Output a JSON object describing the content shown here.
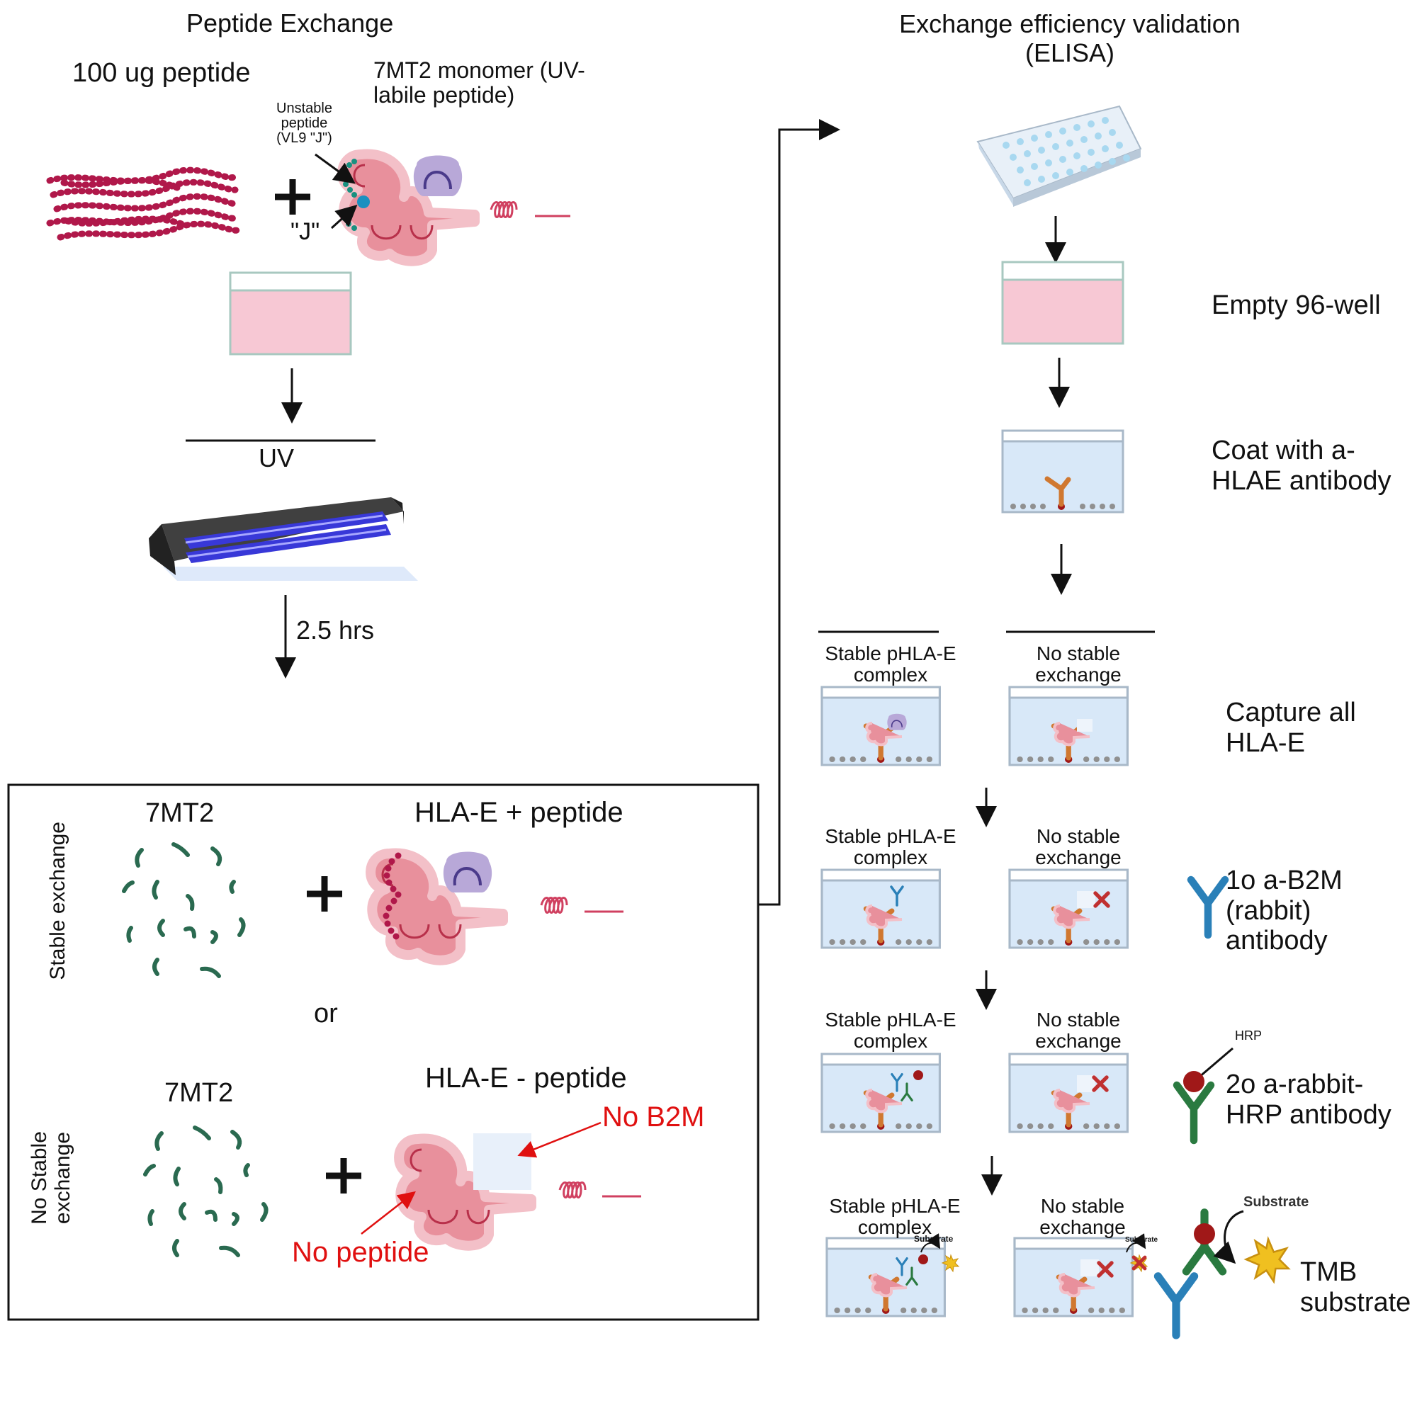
{
  "left": {
    "title": "Peptide Exchange",
    "peptide_amount": "100 ug peptide",
    "monomer_label": "7MT2 monomer (UV-\nlabile peptide)",
    "unstable_peptide_label": "Unstable\npeptide\n(VL9 \"J\")",
    "j_label": "\"J\"",
    "uv_label": "UV",
    "duration_label": "2.5 hrs"
  },
  "box": {
    "stable_side_label": "Stable exchange",
    "nostable_side_label": "No Stable\nexchange",
    "stable_left": "7MT2",
    "stable_right": "HLA-E + peptide",
    "or_label": "or",
    "nostable_left": "7MT2",
    "nostable_right": "HLA-E - peptide",
    "no_b2m": "No B2M",
    "no_peptide": "No peptide"
  },
  "right": {
    "title": "Exchange efficiency validation\n(ELISA)",
    "step_empty": "Empty 96-well",
    "step_coat": "Coat with a-\nHLAE antibody",
    "col_stable": "Stable pHLA-E\ncomplex",
    "col_nostable": "No stable\nexchange",
    "step_capture": "Capture all\nHLA-E",
    "step_primary": "1o a-B2M\n(rabbit)\nantibody",
    "hrp_label": "HRP",
    "step_secondary": "2o a-rabbit-\nHRP antibody",
    "substrate_label": "Substrate",
    "step_tmb": "TMB\nsubstrate"
  },
  "colors": {
    "peptide": "#b0184a",
    "hla": "#e8909c",
    "hla_light": "#f3c0c8",
    "b2m": "#b8a8d8",
    "well_pink": "#f7c8d4",
    "well_blue": "#d8e8f8",
    "antibody_orange": "#d07830",
    "antibody_blue": "#2a80b8",
    "antibody_green": "#2a7a40",
    "j_blob": "#1a90c0",
    "crescent": "#2a6a50",
    "uv_blue": "#3838d8",
    "red": "#e01010",
    "star": "#f0c020"
  }
}
